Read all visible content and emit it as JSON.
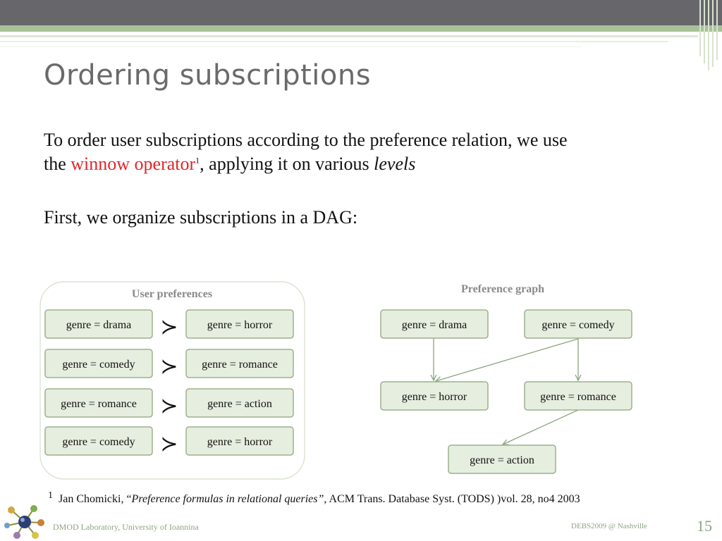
{
  "slide": {
    "title": "Ordering subscriptions",
    "para1_line1": "To order user subscriptions according to the preference relation, we use",
    "para1_line2_pre": "the ",
    "para1_highlight": "winnow operator",
    "para1_sup": "1",
    "para1_line2_post": ", applying it on various ",
    "para1_italic": "levels",
    "para2": "First, we organize subscriptions in a DAG:"
  },
  "user_preferences": {
    "title": "User preferences",
    "operator": "≻",
    "rows": [
      {
        "left": "genre = drama",
        "right": "genre = horror"
      },
      {
        "left": "genre = comedy",
        "right": "genre = romance"
      },
      {
        "left": "genre = romance",
        "right": "genre = action"
      },
      {
        "left": "genre = comedy",
        "right": "genre = horror"
      }
    ]
  },
  "preference_graph": {
    "title": "Preference graph",
    "nodes": {
      "drama": "genre = drama",
      "comedy": "genre = comedy",
      "horror": "genre = horror",
      "romance": "genre = romance",
      "action": "genre = action"
    },
    "edges": [
      {
        "from": "drama",
        "to": "horror"
      },
      {
        "from": "comedy",
        "to": "horror"
      },
      {
        "from": "comedy",
        "to": "romance"
      },
      {
        "from": "romance",
        "to": "action"
      }
    ]
  },
  "footnote": {
    "marker": "1",
    "author": "Jan Chomicki, “",
    "title": "Preference formulas in relational queries”",
    "rest": ", ACM Trans. Database Syst. (TODS) )vol. 28, no4 2003"
  },
  "footer": {
    "left": "DMOD Laboratory, University of Ioannina",
    "right": "DEBS2009 @ Nashville",
    "page": "15"
  },
  "colors": {
    "box_fill": "#e6eedf",
    "box_stroke": "#9db08e",
    "arrow": "#8aa67f",
    "highlight": "#e0262a",
    "footer_text": "#8aa67f"
  }
}
